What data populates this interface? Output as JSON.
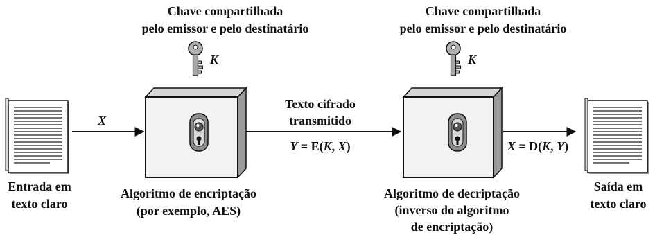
{
  "colors": {
    "ink": "#111111",
    "box_face": "#f2f2f2",
    "box_side": "#9a9a9a",
    "box_top": "#d6d6d6",
    "lock_plate": "#8c8c8c",
    "key_grey": "#a8a8a8"
  },
  "shared_key_left": {
    "line1": "Chave compartilhada",
    "line2": "pelo emissor e pelo destinatário",
    "key_letter": "K",
    "icon": "key-icon"
  },
  "shared_key_right": {
    "line1": "Chave compartilhada",
    "line2": "pelo emissor e pelo destinatário",
    "key_letter": "K",
    "icon": "key-icon"
  },
  "input": {
    "line1": "Entrada em",
    "line2": "texto claro",
    "arrow_label": "X",
    "icon": "document-icon"
  },
  "encryption": {
    "line1": "Algoritmo de encriptação",
    "line2": "(por exemplo, AES)",
    "icon": "lock-icon"
  },
  "transmission": {
    "line1": "Texto cifrado",
    "line2": "transmitido",
    "formula": {
      "y": "Y",
      "eq": " = E(",
      "k": "K",
      "sep": ", ",
      "x": "X",
      "close": ")"
    }
  },
  "decryption": {
    "line1": "Algoritmo de decriptação",
    "line2": "(inverso do algoritmo",
    "line3": "de encriptação)",
    "icon": "lock-icon",
    "formula": {
      "x": "X",
      "eq": " = D(",
      "k": "K",
      "sep": ", ",
      "y": "Y",
      "close": ")"
    }
  },
  "output": {
    "line1": "Saída em",
    "line2": "texto claro",
    "icon": "document-icon"
  }
}
